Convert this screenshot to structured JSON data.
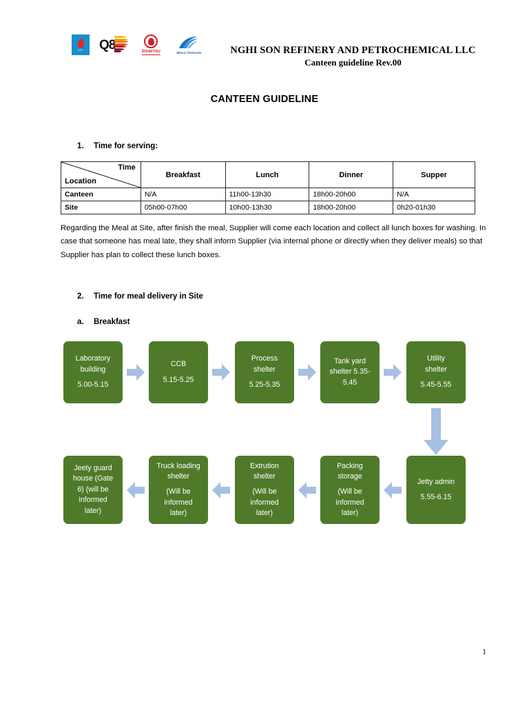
{
  "header": {
    "company_line": "NGHI SON REFINERY AND PETROCHEMICAL LLC",
    "document_line": "Canteen guideline Rev.00",
    "logos": [
      {
        "name": "kuwait-petroleum-logo",
        "text": "KPC"
      },
      {
        "name": "q8-logo",
        "text": "Q8"
      },
      {
        "name": "idemitsu-logo",
        "text": "IDEMITSU"
      },
      {
        "name": "mitsui-chemicals-logo",
        "text": "Mitsui Chemicals"
      }
    ]
  },
  "doc_title": "CANTEEN GUIDELINE",
  "sections": {
    "serving": {
      "number": "1.",
      "title": "Time for serving:"
    },
    "delivery": {
      "number": "2.",
      "title": "Time for meal delivery in Site"
    },
    "breakfast": {
      "number": "a.",
      "title": "Breakfast"
    }
  },
  "table": {
    "corner_top_label": "Time",
    "corner_bottom_label": "Location",
    "columns": [
      "Breakfast",
      "Lunch",
      "Dinner",
      "Supper"
    ],
    "rows": [
      {
        "location": "Canteen",
        "breakfast": "N/A",
        "lunch": "11h00-13h30",
        "dinner": "18h00-20h00",
        "supper": "N/A"
      },
      {
        "location": "Site",
        "breakfast": "05h00-07h00",
        "lunch": "10h00-13h30",
        "dinner": "18h00-20h00",
        "supper": "0h20-01h30"
      }
    ]
  },
  "paragraph": "Regarding the Meal at Site, after finish the meal, Supplier will come each location and collect all lunch boxes for washing. In case that someone has meal late, they shall inform Supplier (via internal phone or directly when they deliver meals) so that Supplier has plan to collect these lunch boxes.",
  "flowchart": {
    "box_color": "#4F7A2A",
    "arrow_color": "#A5C0E2",
    "row1": [
      {
        "line1": "Laboratory",
        "line2": "building",
        "line3": "5.00-5.15"
      },
      {
        "line1": "CCB",
        "line2": "5.15-5.25",
        "line3": ""
      },
      {
        "line1": "Process",
        "line2": "shelter",
        "line3": "5.25-5.35"
      },
      {
        "line1": "Tank yard",
        "line2": "shelter 5.35-",
        "line3": "5.45"
      },
      {
        "line1": "Utility",
        "line2": "shelter",
        "line3": "5.45-5.55"
      }
    ],
    "row2": [
      {
        "line1": "Jeety guard",
        "line2": "house (Gate",
        "line3": "6) (will be",
        "line4": "informed",
        "line5": "later)"
      },
      {
        "line1": "Truck loading",
        "line2": "shelter",
        "line3": "(Will be",
        "line4": "informed",
        "line5": "later)"
      },
      {
        "line1": "Extrution",
        "line2": "shelter",
        "line3": "(Will be",
        "line4": "informed",
        "line5": "later)"
      },
      {
        "line1": "Packing",
        "line2": "storage",
        "line3": "(Will be",
        "line4": "informed",
        "line5": "later)"
      },
      {
        "line1": "Jetty admin",
        "line2": "5.55-6.15",
        "line3": "",
        "line4": "",
        "line5": ""
      }
    ]
  },
  "page_number": "1"
}
